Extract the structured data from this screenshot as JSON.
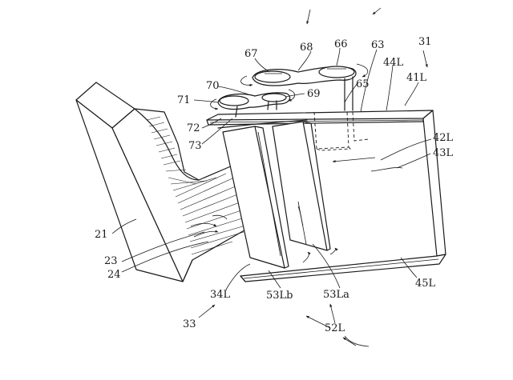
{
  "labels": {
    "l31": "31",
    "l41L": "41L",
    "l44L": "44L",
    "l63": "63",
    "l66": "66",
    "l68": "68",
    "l67": "67",
    "l65": "65",
    "l69": "69",
    "l70": "70",
    "l71": "71",
    "l72": "72",
    "l73": "73",
    "l42L": "42L",
    "l43L": "43L",
    "l21": "21",
    "l23": "23",
    "l24": "24",
    "l34L": "34L",
    "l33": "33",
    "l53Lb": "53Lb",
    "l53La": "53La",
    "l52L": "52L",
    "l45L": "45L"
  }
}
